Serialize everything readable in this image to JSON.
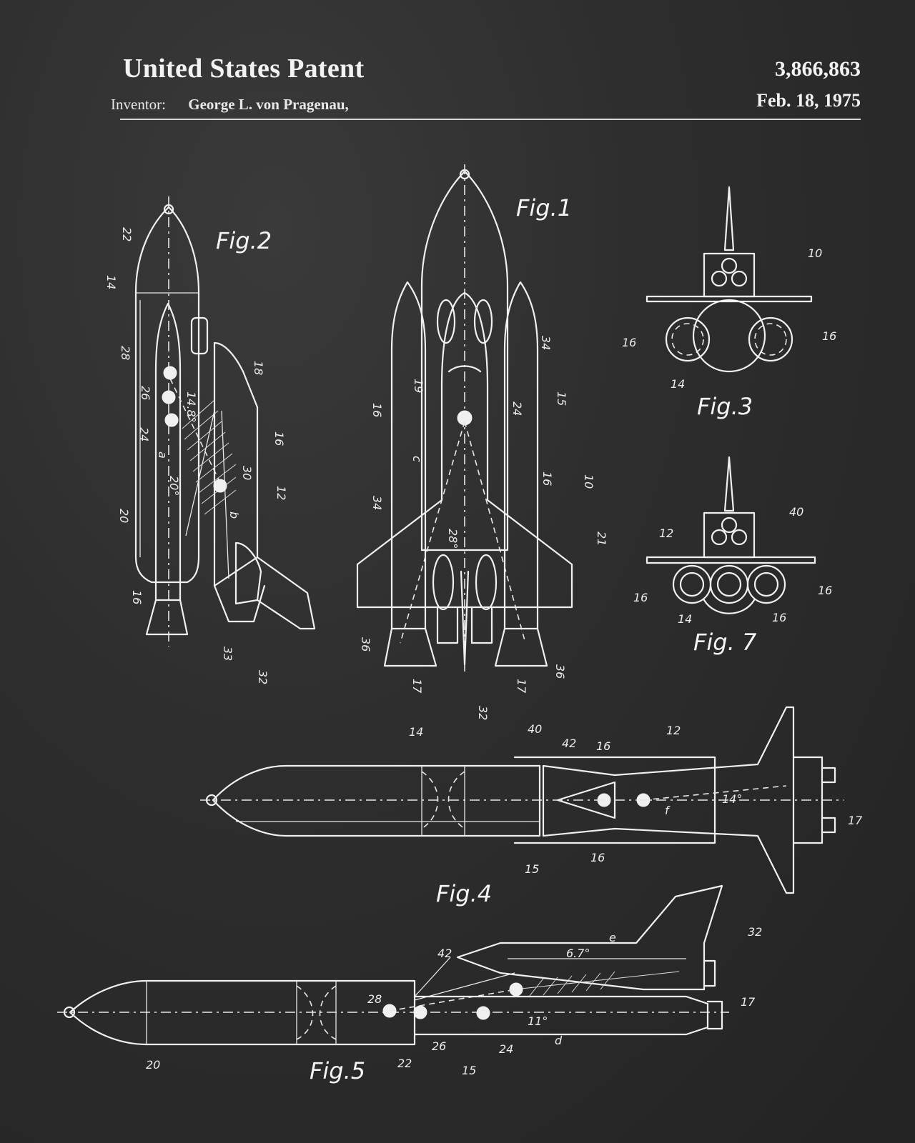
{
  "header": {
    "title": "United States Patent",
    "inventor_label": "Inventor:",
    "inventor_name": "George L. von Pragenau,",
    "patent_number": "3,866,863",
    "date": "Feb. 18, 1975"
  },
  "figures": {
    "fig1": "Fig.1",
    "fig2": "Fig.2",
    "fig3": "Fig.3",
    "fig4": "Fig.4",
    "fig5": "Fig.5",
    "fig7": "Fig. 7"
  },
  "angles": {
    "a1": "14.8°",
    "a2": "20°",
    "a3": "28°",
    "a4": "14°",
    "a5": "6.7°",
    "a6": "11°"
  },
  "refs": {
    "r10": "10",
    "r12": "12",
    "r14": "14",
    "r15": "15",
    "r16": "16",
    "r17": "17",
    "r18": "18",
    "r19": "19",
    "r20": "20",
    "r21": "21",
    "r22": "22",
    "r24": "24",
    "r26": "26",
    "r28": "28",
    "r30": "30",
    "r32": "32",
    "r33": "33",
    "r34": "34",
    "r36": "36",
    "r40": "40",
    "r42": "42",
    "ra": "a",
    "rb": "b",
    "rc": "c",
    "rd": "d",
    "re": "e",
    "rf": "f"
  }
}
